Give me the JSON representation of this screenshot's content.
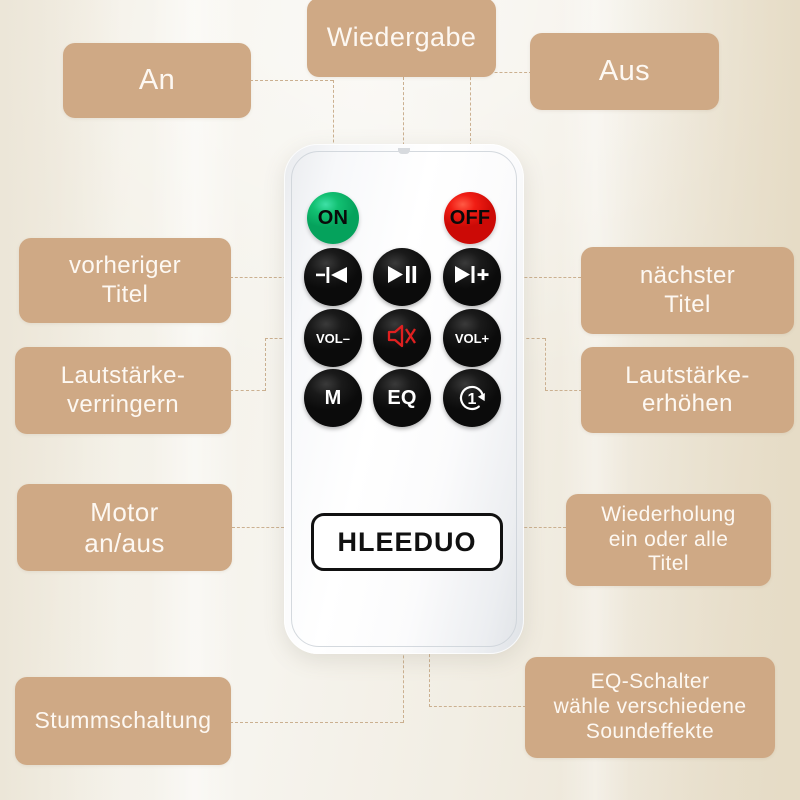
{
  "brand": {
    "logo_text": "HLEEDUO"
  },
  "colors": {
    "callout_bg": "#cfa985",
    "callout_text": "#fdf8f2",
    "connector": "#cbb090",
    "dot": "#d2ae87",
    "on_button": "#12c072",
    "off_button": "#f01d14",
    "mute_icon": "#e02020",
    "background": "#f2eee4"
  },
  "remote": {
    "buttons": [
      {
        "id": "on",
        "label": "ON",
        "icon": "power-on-icon",
        "color": "green"
      },
      {
        "id": "off",
        "label": "OFF",
        "icon": "power-off-icon",
        "color": "red"
      },
      {
        "id": "prev",
        "label": "–|◀",
        "icon": "previous-track-icon",
        "color": "black"
      },
      {
        "id": "playpause",
        "label": "▶||",
        "icon": "play-pause-icon",
        "color": "black"
      },
      {
        "id": "next",
        "label": "▶|+",
        "icon": "next-track-icon",
        "color": "black"
      },
      {
        "id": "volminus",
        "label": "VOL–",
        "icon": "volume-down-icon",
        "color": "black"
      },
      {
        "id": "mute",
        "label": "",
        "icon": "mute-icon",
        "color": "black"
      },
      {
        "id": "volplus",
        "label": "VOL+",
        "icon": "volume-up-icon",
        "color": "black"
      },
      {
        "id": "motor",
        "label": "M",
        "icon": "motor-icon",
        "color": "black"
      },
      {
        "id": "eq",
        "label": "EQ",
        "icon": "equalizer-icon",
        "color": "black"
      },
      {
        "id": "repeat",
        "label": "1",
        "icon": "repeat-one-icon",
        "color": "black"
      }
    ]
  },
  "callouts": {
    "an": {
      "lines": [
        "An"
      ]
    },
    "wiedergabe": {
      "lines": [
        "Wiedergabe"
      ]
    },
    "aus": {
      "lines": [
        "Aus"
      ]
    },
    "prev_title": {
      "lines": [
        "vorheriger",
        "Titel"
      ]
    },
    "next_title": {
      "lines": [
        "nächster",
        "Titel"
      ]
    },
    "vol_down": {
      "lines": [
        "Lautstärke-",
        "verringern"
      ]
    },
    "vol_up": {
      "lines": [
        "Lautstärke-",
        "erhöhen"
      ]
    },
    "motor": {
      "lines": [
        "Motor",
        "an/aus"
      ]
    },
    "repeat": {
      "lines": [
        "Wiederholung",
        "ein oder alle",
        "Titel"
      ]
    },
    "mute": {
      "lines": [
        "Stummschaltung"
      ]
    },
    "eq": {
      "lines": [
        "EQ-Schalter",
        "wähle verschiedene",
        "Soundeffekte"
      ]
    }
  }
}
